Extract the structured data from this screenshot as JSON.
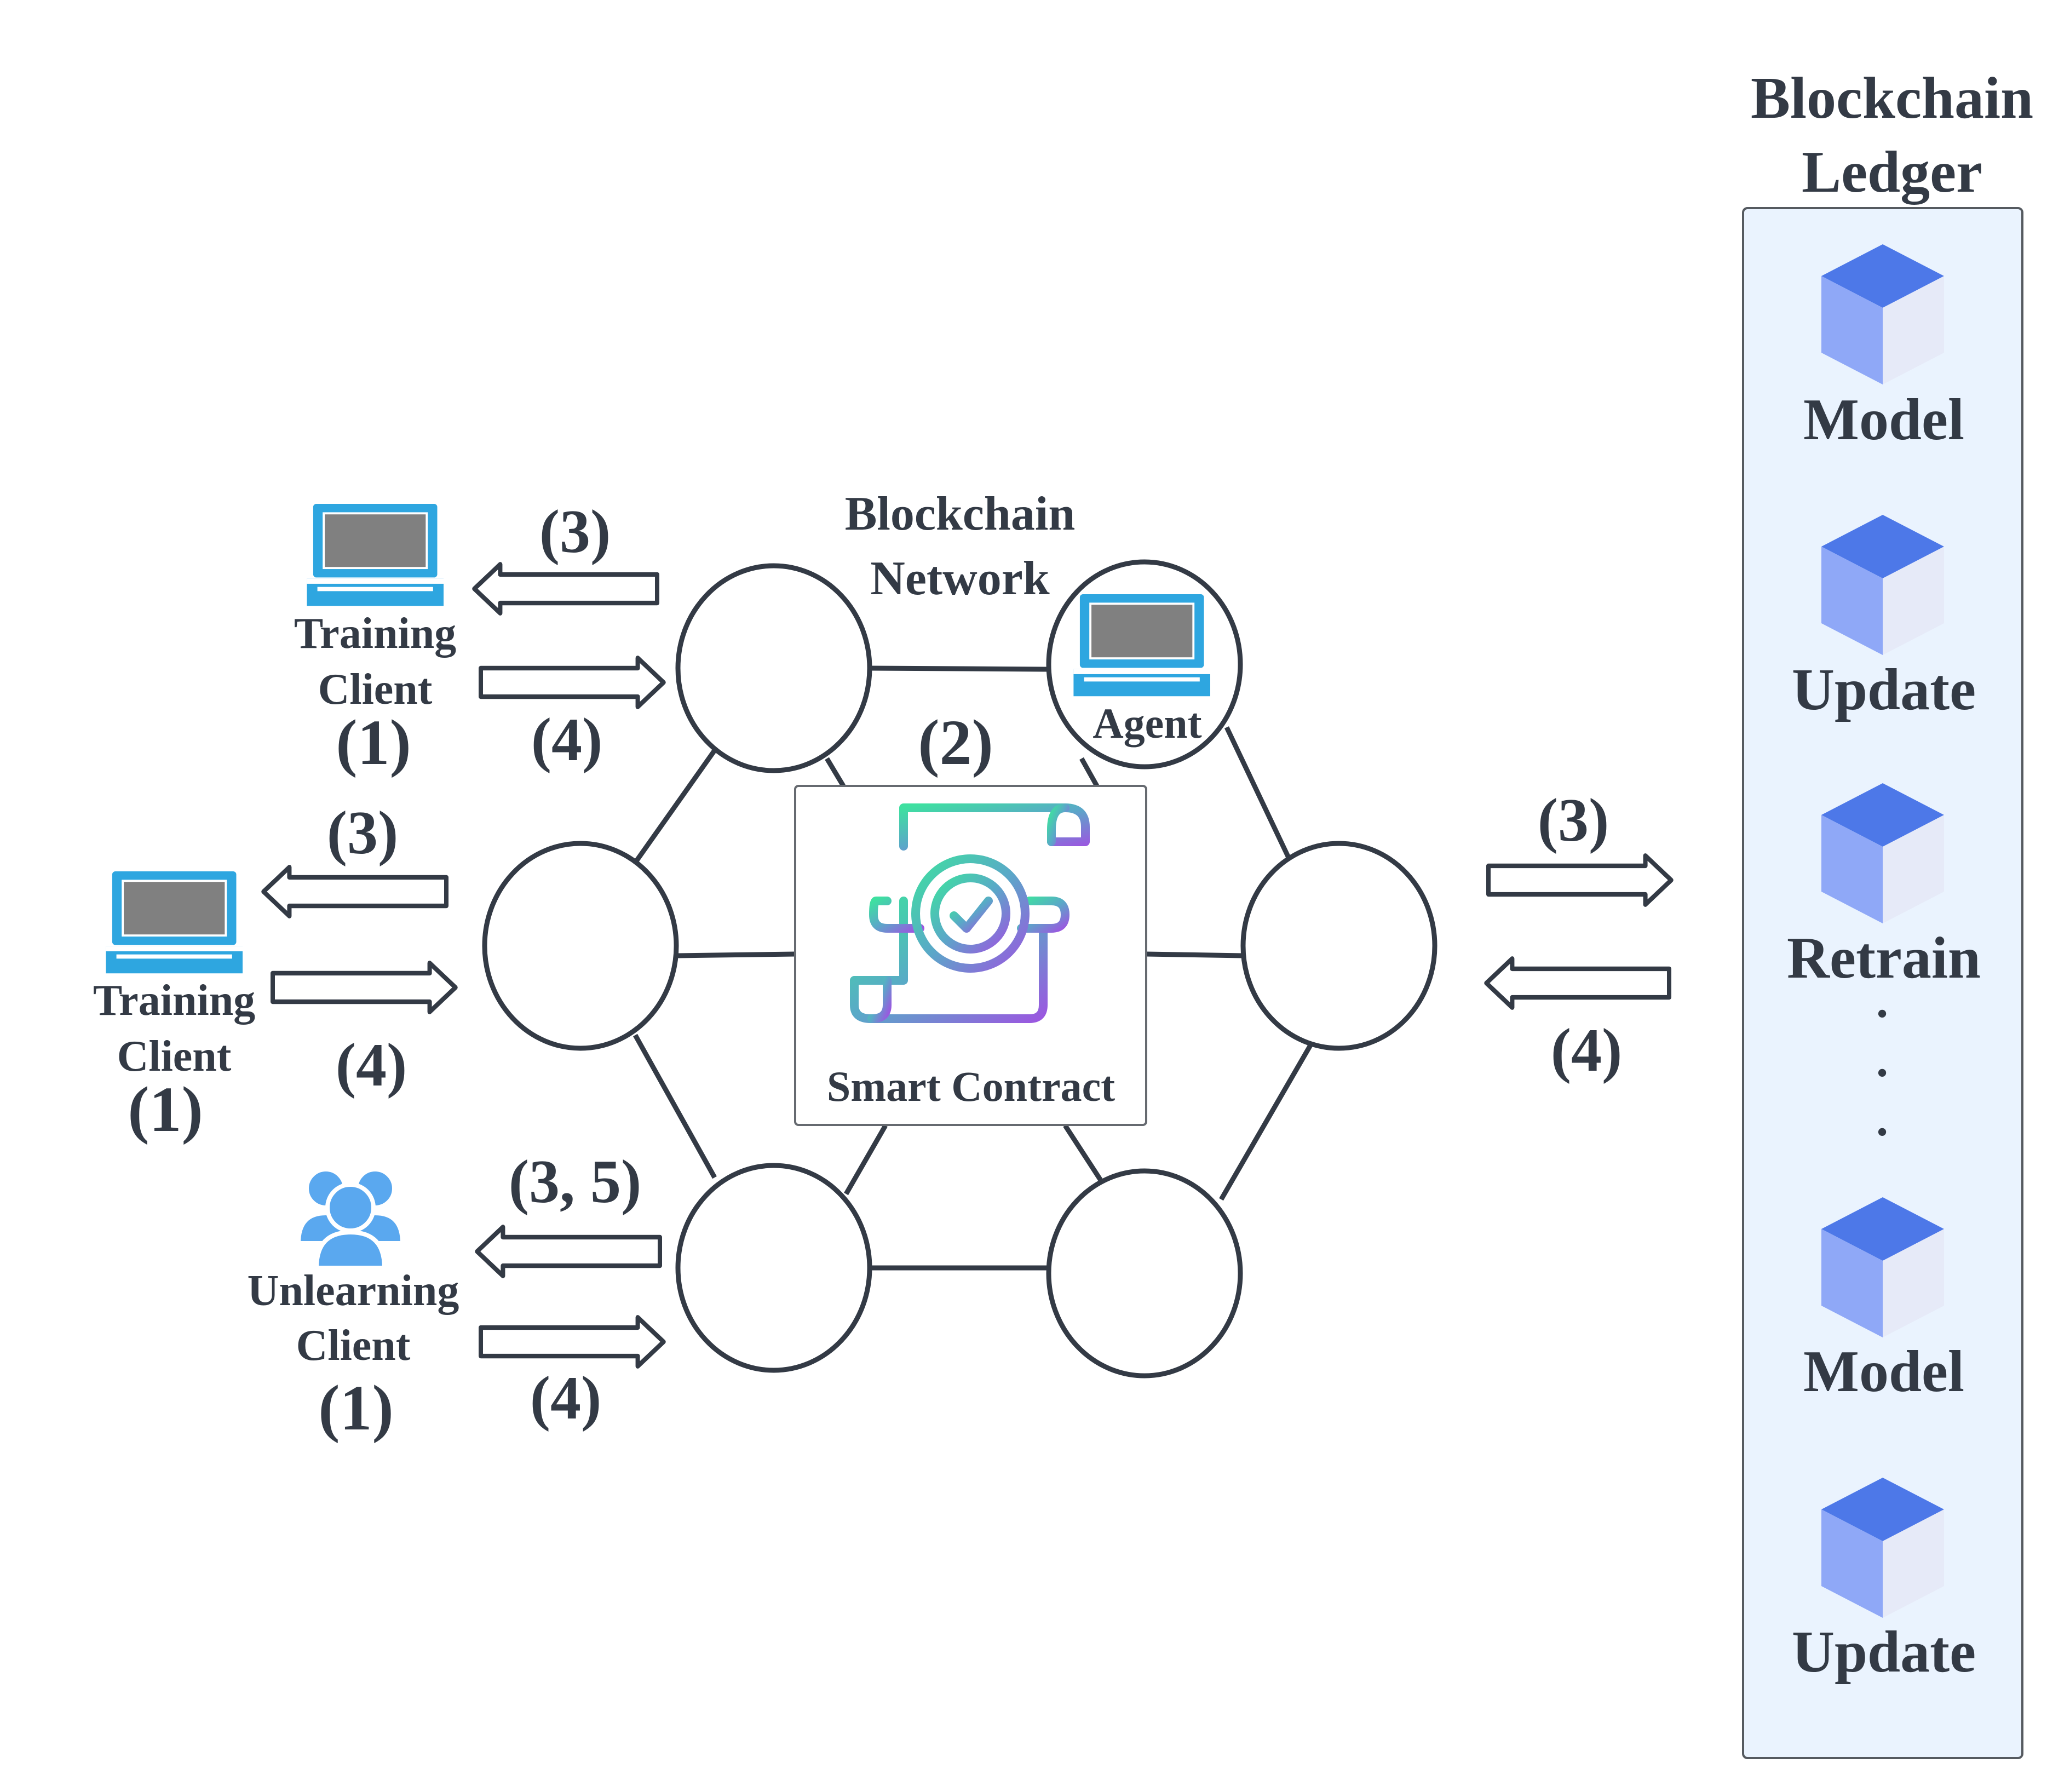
{
  "network": {
    "title_line1": "Blockchain",
    "title_line2": "Network"
  },
  "agent": {
    "label": "Agent"
  },
  "smart_contract": {
    "label": "Smart Contract",
    "step": "(2)"
  },
  "clients": [
    {
      "line1": "Training",
      "line2": "Client",
      "step": "(1)",
      "icon": "laptop-icon",
      "out_step": "(3)",
      "in_step": "(4)"
    },
    {
      "line1": "Training",
      "line2": "Client",
      "step": "(1)",
      "icon": "laptop-icon",
      "out_step": "(3)",
      "in_step": "(4)"
    },
    {
      "line1": "Unlearning",
      "line2": "Client",
      "step": "(1)",
      "icon": "users-icon",
      "out_step": "(3, 5)",
      "in_step": "(4)"
    }
  ],
  "ledger_link": {
    "out_step": "(3)",
    "in_step": "(4)"
  },
  "ledger": {
    "title_line1": "Blockchain",
    "title_line2": "Ledger",
    "blocks": [
      "Model",
      "Update",
      "Retrain",
      "Model",
      "Update"
    ],
    "ellipsis": [
      "·",
      "·",
      "·"
    ]
  },
  "colors": {
    "text": "#333a45",
    "laptop": "#2ea6e0",
    "laptop_screen": "#808080",
    "users": "#5aa8ef",
    "cube_top": "#4d78e8",
    "cube_left": "#8fa8f7",
    "cube_right": "#e6eaf8",
    "ledger_bg": "#eaf3fe"
  }
}
